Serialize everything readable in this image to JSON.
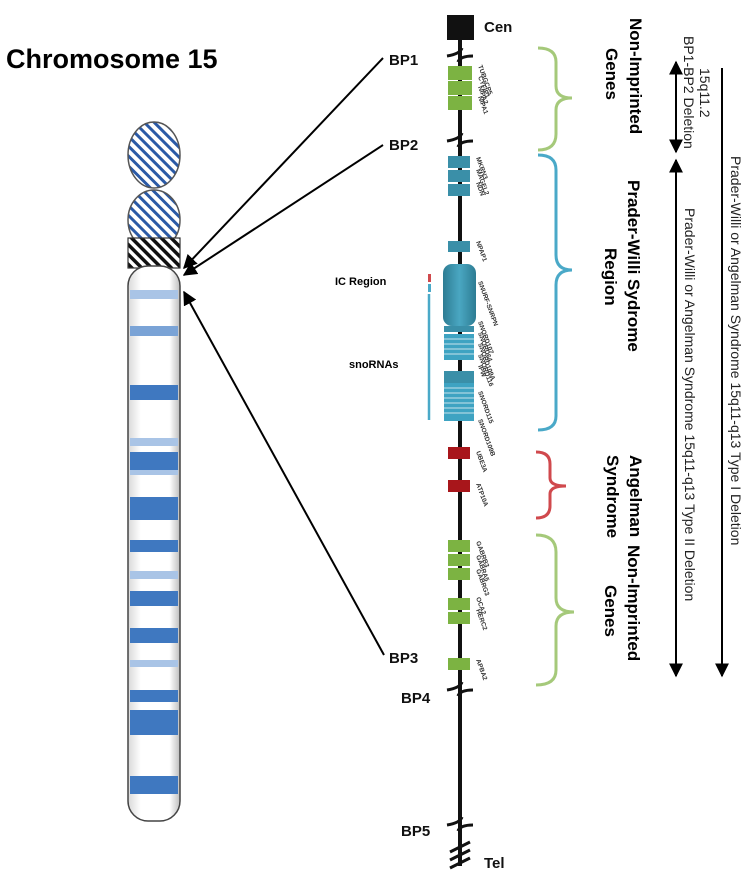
{
  "title": "Chromosome 15",
  "markers": {
    "cen": "Cen",
    "tel": "Tel",
    "bp1": "BP1",
    "bp2": "BP2",
    "bp3": "BP3",
    "bp4": "BP4",
    "bp5": "BP5"
  },
  "side_labels": {
    "ic_region": "IC Region",
    "snornas": "snoRNAs"
  },
  "genes": {
    "tubgcp5": "TUBGCP5",
    "cyfip1": "CYFIP1",
    "nipa2": "NIPA2",
    "nipa1": "NIPA1",
    "mkrn3": "MKRN3",
    "magel2": "MAGEL2",
    "ndn": "NDN",
    "npap1": "NPAP1",
    "snurf": "SNURF-SNRPN",
    "snord107": "SNORD107",
    "snord64": "SNORD64",
    "snord109a": "SNORD109A",
    "snord116": "SNORD116",
    "ipw": "IPW",
    "snord115": "SNORD115",
    "snord109b": "SNORD109B",
    "ube3a": "UBE3A",
    "atp10a": "ATP10A",
    "gabrb3": "GABRB3",
    "gabra5": "GABRA5",
    "gabrg3": "GABRG3",
    "oca2": "OCA2",
    "herc2": "HERC2",
    "apba2": "APBA2"
  },
  "regions": {
    "nonimprinted_top_1": "Non-Imprinted",
    "nonimprinted_top_2": "Genes",
    "pws_1": "Prader-Willi Sydrome",
    "pws_2": "Region",
    "as_1": "Angelman",
    "as_2": "Syndrome",
    "nonimprinted_bot_1": "Non-Imprinted",
    "nonimprinted_bot_2": "Genes"
  },
  "deletions": {
    "band": "15q11.2",
    "bp1_bp2": "BP1-BP2 Deletion",
    "type2": "Prader-Willi or Angelman Syndrome 15q11-q13 Type II Deletion",
    "type1": "Prader-Willi or Angelman Syndrome 15q11-q13 Type I Deletion"
  },
  "colors": {
    "band_blue": "#3f78c0",
    "light_blue": "#a9c4e6",
    "gene_green": "#7cb342",
    "gene_teal": "#3a8fa8",
    "gene_red": "#a8161b",
    "brace_green": "#a5c97a",
    "brace_teal": "#4aa9c8",
    "brace_red": "#d0494d"
  }
}
